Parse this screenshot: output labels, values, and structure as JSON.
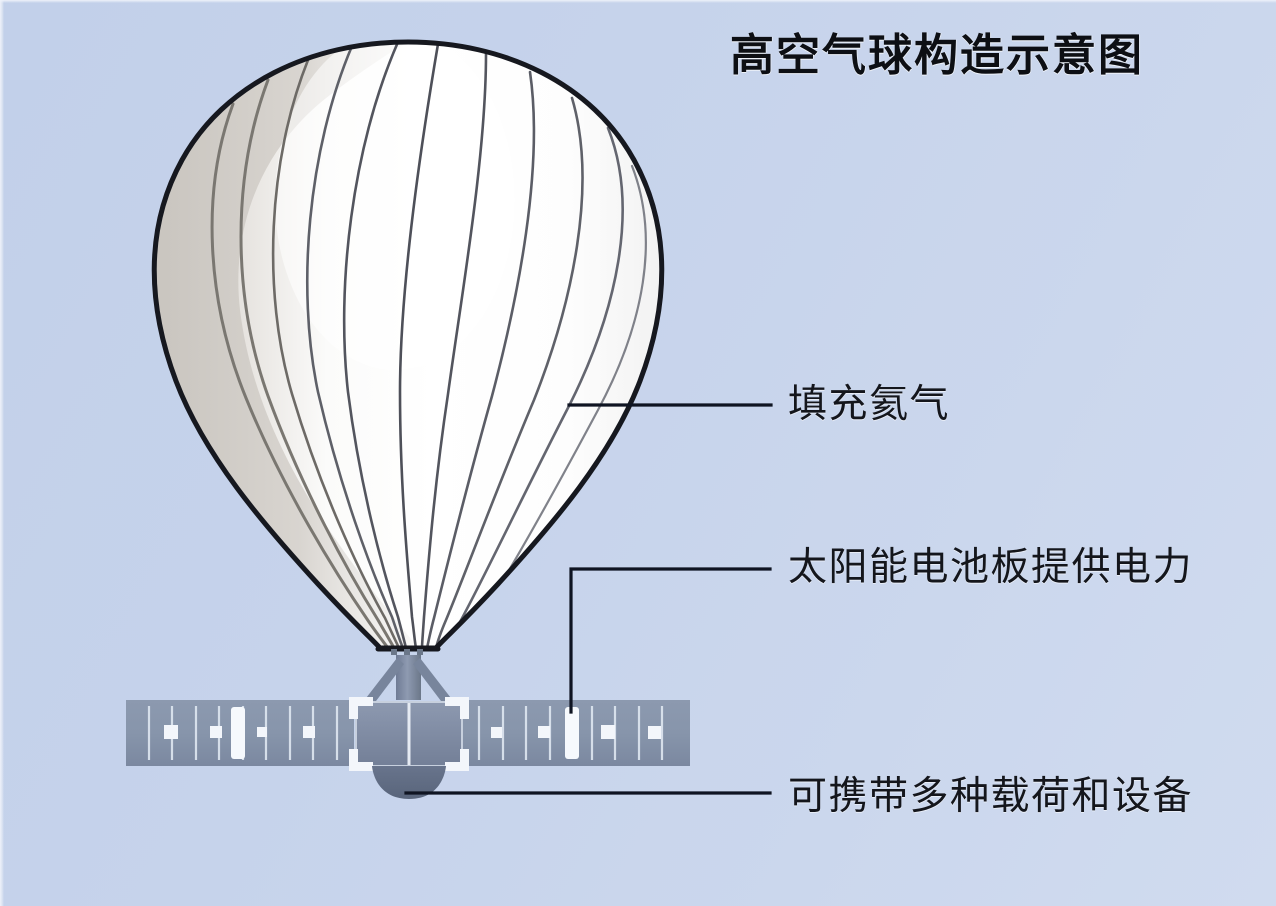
{
  "diagram": {
    "title": "高空气球构造示意图",
    "subject": "high-altitude-balloon",
    "background_color": "#c6d3eb",
    "labels": [
      {
        "id": "gas",
        "text": "填充氦气",
        "points_to": "balloon-envelope",
        "leader": "straight-horizontal"
      },
      {
        "id": "solar",
        "text": "太阳能电池板提供电力",
        "points_to": "solar-array-right-wing",
        "leader": "elbow-up"
      },
      {
        "id": "payload",
        "text": "可携带多种载荷和设备",
        "points_to": "payload-dome",
        "leader": "straight-horizontal"
      }
    ],
    "parts": {
      "envelope": {
        "name": "balloon-envelope",
        "fill": "#ffffff",
        "shade_fill": "#cfcbc6",
        "outline": "#16181f",
        "gore_line_color": "#5b5f6b",
        "gore_count": 11
      },
      "mast": {
        "name": "suspension-mast",
        "fill": "#7f8ba3"
      },
      "struts": {
        "name": "suspension-struts",
        "fill": "#7f8ba3",
        "count": 2
      },
      "gondola": {
        "name": "gondola-body",
        "fill": "#8490a8",
        "corner_fitting_fill": "#f2f5fa"
      },
      "payload_dome": {
        "name": "payload-dome",
        "fill": "#5e6a80"
      },
      "solar_array": {
        "name": "solar-array",
        "panel_fill": "#8492a8",
        "cell_line_color": "#e6ecf4",
        "highlight_fill": "#f4f7fb",
        "wings": 2,
        "left_wing_cells": 5,
        "right_wing_cells": 5
      },
      "leader_line_color": "#0f1422"
    }
  }
}
